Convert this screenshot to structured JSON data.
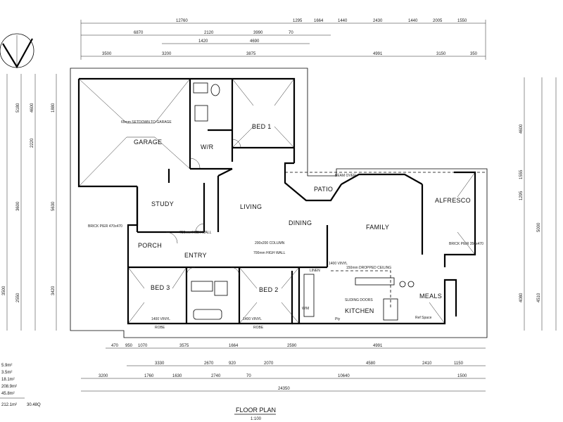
{
  "title": "FLOOR PLAN",
  "scale": "1:100",
  "rooms": {
    "garage": "GARAGE",
    "garage_note": "65mm SETDOWN TO GARAGE",
    "bed1": "BED 1",
    "wir": "W/R",
    "study": "STUDY",
    "porch": "PORCH",
    "entry": "ENTRY",
    "living": "LIVING",
    "dining": "DINING",
    "family": "FAMILY",
    "alfresco": "ALFRESCO",
    "patio": "PATIO",
    "bed3": "BED 3",
    "bed2": "BED 2",
    "kitchen": "KITCHEN",
    "meals": "MEALS",
    "linen": "LINEN"
  },
  "notes": {
    "high_wall": "730mm HIGH WALL",
    "column": "200x200 COLUMN",
    "high_wall_2": "700mm HIGH WALL",
    "dropped_ceiling": "150mm DROPPED CEILING",
    "beam_over": "BEAM OVER",
    "robe_1": "ROBE",
    "robe_2": "ROBE",
    "vinyl_1": "1400 VINYL",
    "vinyl_2": "1400 VINYL",
    "vinyl_3": "1400 VINYL",
    "sliding": "SLIDING DOORS",
    "ref": "Ref Space",
    "brick_pier": "BRICK PIER 470x470",
    "brick_pier_2": "BRICK PIER 350x470",
    "pty": "Pty",
    "wm": "W/M"
  },
  "top_dims": {
    "row1": [
      "12760",
      "1295",
      "1664",
      "1440",
      "2430",
      "1440",
      "2005",
      "1550"
    ],
    "row2": [
      "6870",
      "2120",
      "3990",
      "70"
    ],
    "row3": [
      "1420",
      "4690"
    ],
    "row4": [
      "3500",
      "3200",
      "3875",
      "4991",
      "3150",
      "350"
    ]
  },
  "bottom_dims": {
    "row1": [
      "470",
      "950",
      "1070",
      "3575",
      "1664",
      "2590",
      "4991"
    ],
    "row2": [
      "3330",
      "2670",
      "920",
      "2070",
      "4580",
      "2410",
      "1150"
    ],
    "row3": [
      "3200",
      "1760",
      "1630",
      "2740",
      "70",
      "10640",
      "1500"
    ],
    "row4": [
      "24350"
    ]
  },
  "left_dims": [
    "5180",
    "2220",
    "3600",
    "5630",
    "3500",
    "2550",
    "4600",
    "1880",
    "3420"
  ],
  "right_dims": [
    "4600",
    "1555",
    "1295",
    "5000",
    "4080",
    "4510"
  ],
  "areas": [
    "5.9m²",
    "3.5m²",
    "18.1m²",
    "208.9m²",
    "45.8m²",
    "212.1m²",
    "30.48Q"
  ]
}
